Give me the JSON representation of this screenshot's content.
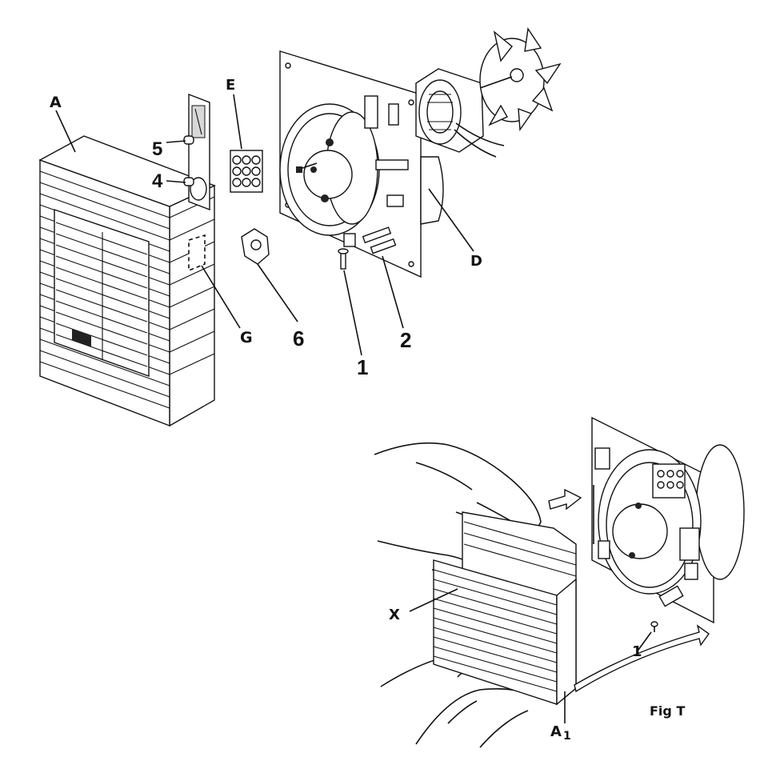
{
  "labels": {
    "A": "A",
    "E": "E",
    "D": "D",
    "G": "G",
    "n5": "5",
    "n4": "4",
    "n6": "6",
    "n1": "1",
    "n2": "2",
    "X": "X",
    "n1b": "1",
    "A1": "A",
    "A1_sub": "1",
    "fig": "Fig T"
  }
}
